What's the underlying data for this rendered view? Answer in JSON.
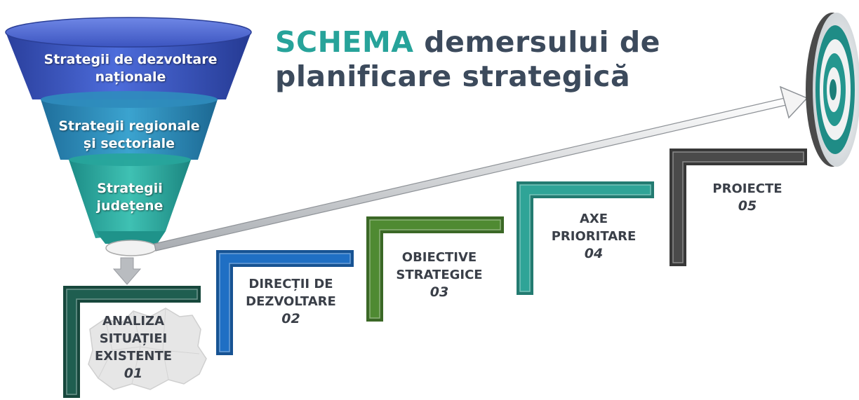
{
  "title": {
    "highlight": "SCHEMA",
    "line1_rest": " demersului de",
    "line2": "planificare strategică"
  },
  "colors": {
    "accent": "#27a39a",
    "title": "#3c4a5c"
  },
  "funnel": [
    {
      "line1": "Strategii de dezvoltare",
      "line2": "naționale"
    },
    {
      "line1": "Strategii regionale",
      "line2": "și sectoriale"
    },
    {
      "line1": "Strategii",
      "line2": "județene"
    }
  ],
  "steps": [
    {
      "lines": [
        "ANALIZA",
        "SITUAȚIEI",
        "EXISTENTE"
      ],
      "num": "01",
      "color": "#1f5e50"
    },
    {
      "lines": [
        "DIRECȚII DE",
        "DEZVOLTARE"
      ],
      "num": "02",
      "color": "#1f6fc4"
    },
    {
      "lines": [
        "OBIECTIVE",
        "STRATEGICE"
      ],
      "num": "03",
      "color": "#4f8a32"
    },
    {
      "lines": [
        "AXE",
        "PRIORITARE"
      ],
      "num": "04",
      "color": "#2fa497"
    },
    {
      "lines": [
        "PROIECTE"
      ],
      "num": "05",
      "color": "#4a4a4a"
    }
  ],
  "icons": {
    "target": "target-icon",
    "arrow": "long-arrow-icon",
    "down_arrow": "down-arrow-icon",
    "map": "map-silhouette-icon"
  }
}
